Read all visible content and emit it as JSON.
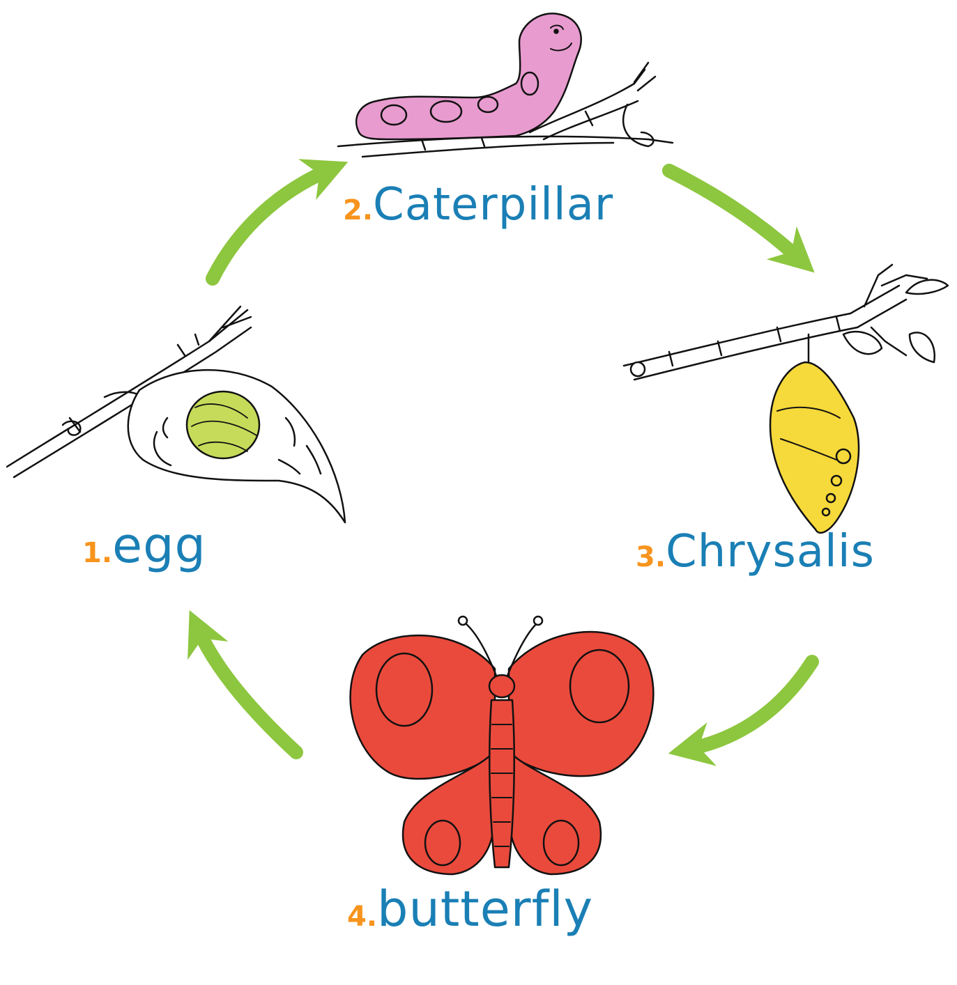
{
  "colors": {
    "arrow": "#8dc63f",
    "number": "#f7941d",
    "word": "#1a7fb5",
    "caterpillar": "#e89bcf",
    "egg": "#c7db5a",
    "chrysalis": "#f6d93a",
    "butterfly": "#ea4a3c",
    "outline": "#111111"
  },
  "stages": [
    {
      "number": "1.",
      "name": "egg",
      "icon": "egg-on-leaf-icon"
    },
    {
      "number": "2.",
      "name": "Caterpillar",
      "icon": "caterpillar-on-branch-icon"
    },
    {
      "number": "3.",
      "name": "Chrysalis",
      "icon": "chrysalis-on-branch-icon"
    },
    {
      "number": "4.",
      "name": "butterfly",
      "icon": "butterfly-icon"
    }
  ],
  "arrows": [
    {
      "from": "egg",
      "to": "Caterpillar"
    },
    {
      "from": "Caterpillar",
      "to": "Chrysalis"
    },
    {
      "from": "Chrysalis",
      "to": "butterfly"
    },
    {
      "from": "butterfly",
      "to": "egg"
    }
  ]
}
